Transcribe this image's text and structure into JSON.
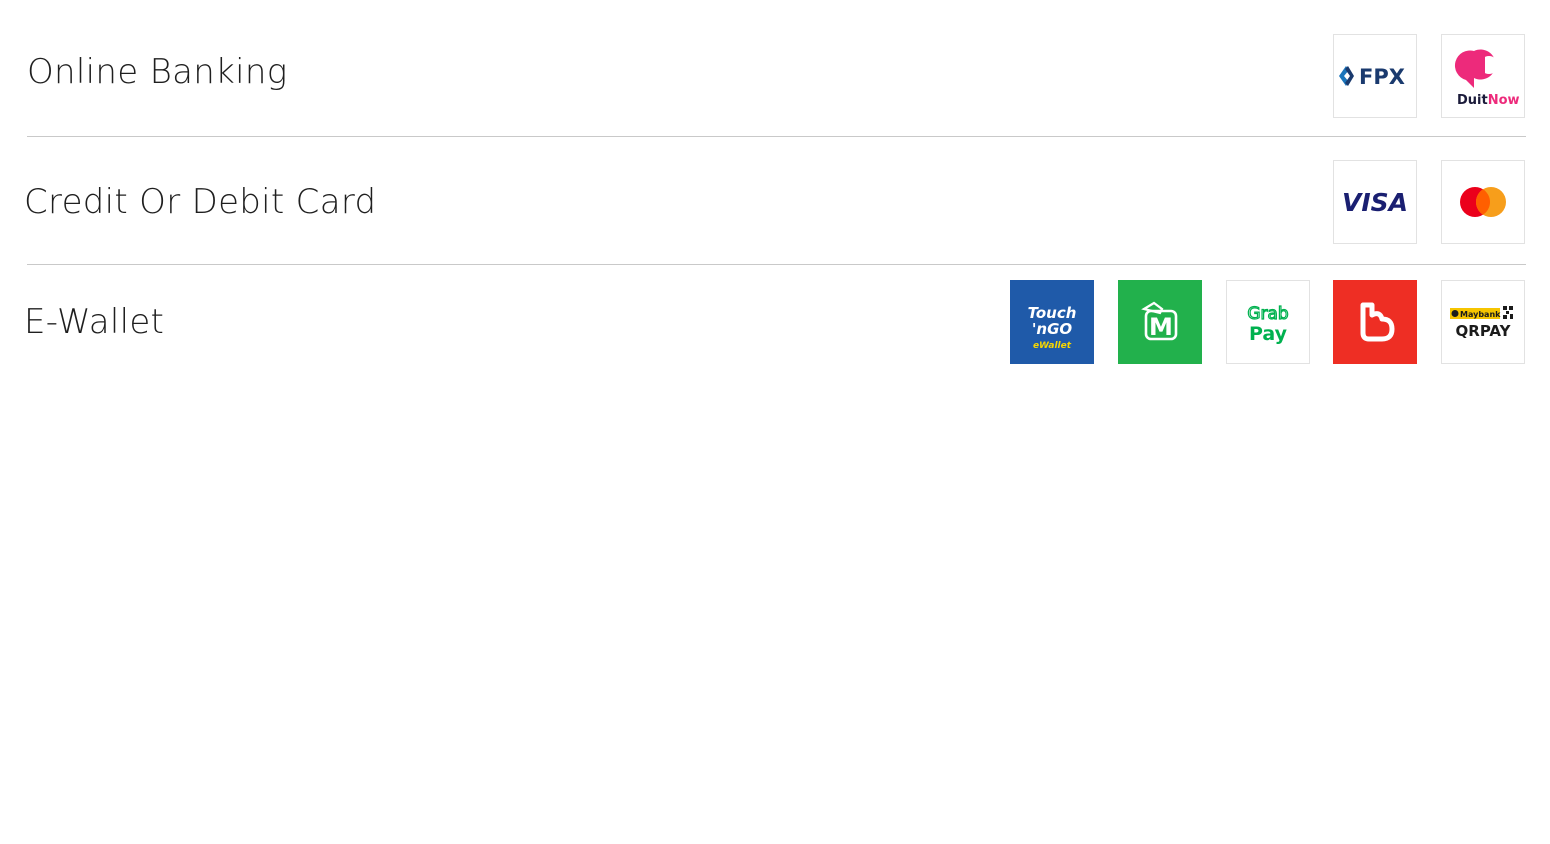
{
  "sections": [
    {
      "label": "Online Banking",
      "methods": [
        {
          "name": "fpx",
          "text": "FPX",
          "color": "#1a3a6e",
          "accent": "#1b75bb"
        },
        {
          "name": "duitnow",
          "text_a": "Duit",
          "text_b": "Now",
          "color": "#ed2a7b",
          "color_dark": "#1b1b3a"
        }
      ]
    },
    {
      "label": "Credit Or Debit Card",
      "methods": [
        {
          "name": "visa",
          "text": "VISA",
          "color": "#1a1f71"
        },
        {
          "name": "mastercard",
          "color_left": "#eb001b",
          "color_right": "#f79e1b"
        }
      ]
    },
    {
      "label": "E-Wallet",
      "methods": [
        {
          "name": "touchngo",
          "text_a": "Touch",
          "text_b": "'nGO",
          "text_c": "eWallet",
          "color": "#1f5aa9",
          "accent": "#f6d600"
        },
        {
          "name": "mcash",
          "text": "M",
          "color": "#22b14c"
        },
        {
          "name": "grabpay",
          "text_a": "Grab",
          "text_b": "Pay",
          "color": "#00b14f"
        },
        {
          "name": "boost",
          "color": "#ee2e24"
        },
        {
          "name": "maybank-qrpay",
          "text_a": "Maybank",
          "text_b": "QRPAY",
          "color": "#f6c500"
        }
      ]
    }
  ]
}
